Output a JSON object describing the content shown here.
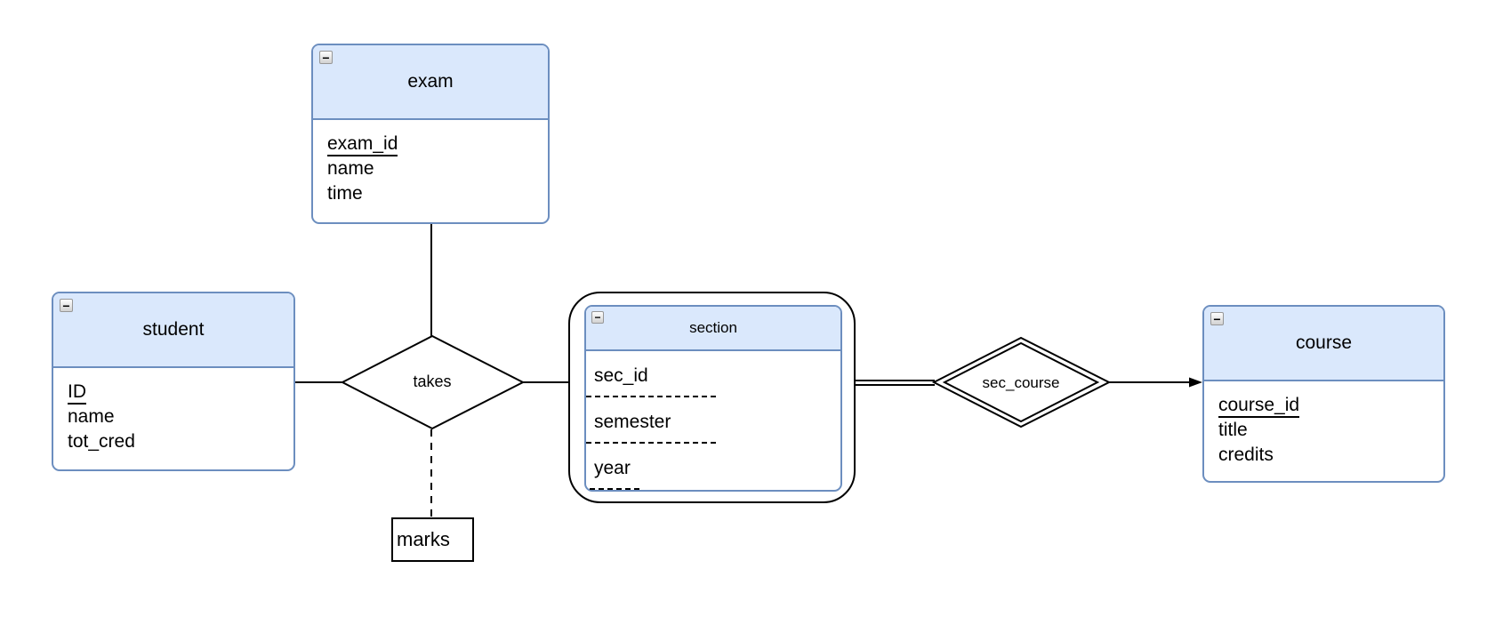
{
  "diagram": {
    "entities": [
      {
        "title": "exam",
        "attributes": [
          {
            "name": "exam_id",
            "key": "primary"
          },
          {
            "name": "name",
            "key": "none"
          },
          {
            "name": "time",
            "key": "none"
          }
        ]
      },
      {
        "title": "student",
        "attributes": [
          {
            "name": "ID",
            "key": "primary"
          },
          {
            "name": "name",
            "key": "none"
          },
          {
            "name": "tot_cred",
            "key": "none"
          }
        ]
      },
      {
        "title": "section",
        "type": "weak-entity",
        "attributes": [
          {
            "name": "sec_id",
            "key": "partial"
          },
          {
            "name": "semester",
            "key": "partial"
          },
          {
            "name": "year",
            "key": "partial"
          }
        ]
      },
      {
        "title": "course",
        "attributes": [
          {
            "name": "course_id",
            "key": "primary"
          },
          {
            "name": "title",
            "key": "none"
          },
          {
            "name": "credits",
            "key": "none"
          }
        ]
      }
    ],
    "relationships": [
      {
        "label": "takes",
        "type": "regular",
        "connects": [
          "student",
          "exam",
          "section",
          "marks"
        ]
      },
      {
        "label": "sec_course",
        "type": "identifying",
        "connects": [
          "section",
          "course"
        ]
      }
    ],
    "attribute_nodes": [
      {
        "label": "marks"
      }
    ],
    "icons": {
      "collapse_glyph": "−"
    },
    "colors": {
      "entity_fill": "#dae8fc",
      "entity_border": "#6c8ebf",
      "line": "#000000",
      "background": "#ffffff"
    }
  }
}
